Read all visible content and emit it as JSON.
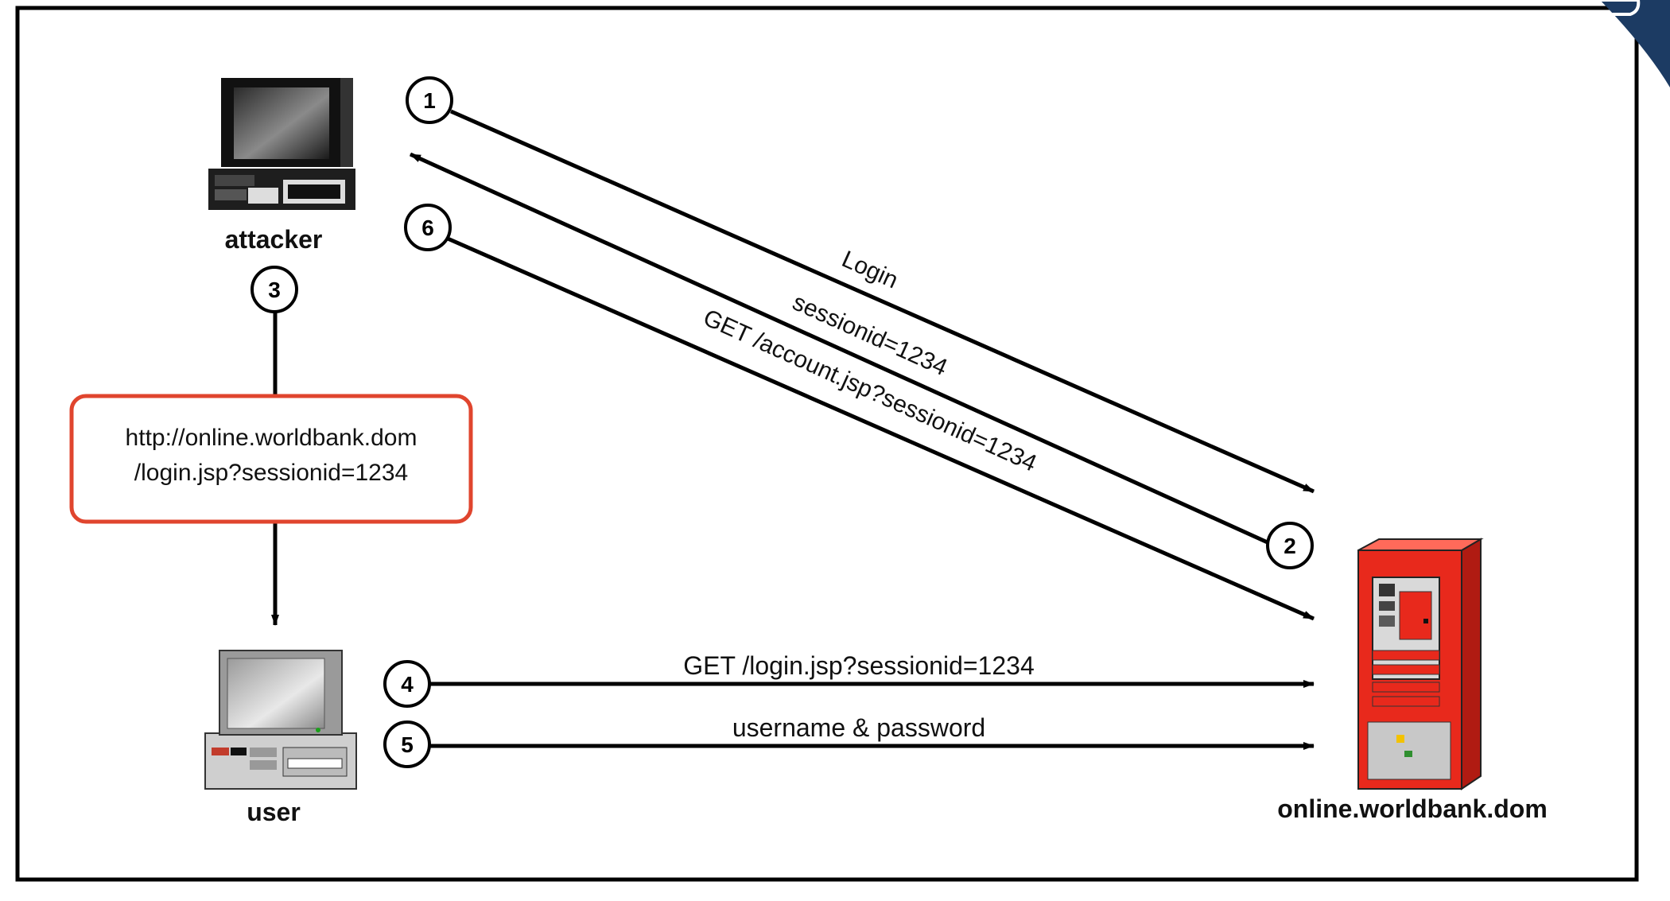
{
  "nodes": {
    "attacker": "attacker",
    "user": "user",
    "server": "online.worldbank.dom"
  },
  "steps": [
    "1",
    "2",
    "3",
    "4",
    "5",
    "6"
  ],
  "messages": {
    "m1": "Login",
    "m2": "sessionid=1234",
    "m3_line1": "http://online.worldbank.dom",
    "m3_line2": "/login.jsp?sessionid=1234",
    "m4": "GET /login.jsp?sessionid=1234",
    "m5": "username & password",
    "m6": "GET /account.jsp?sessionid=1234"
  },
  "colors": {
    "highlight_box": "#e0452e",
    "server": "#e8291c",
    "corner": "#1c3b63"
  }
}
